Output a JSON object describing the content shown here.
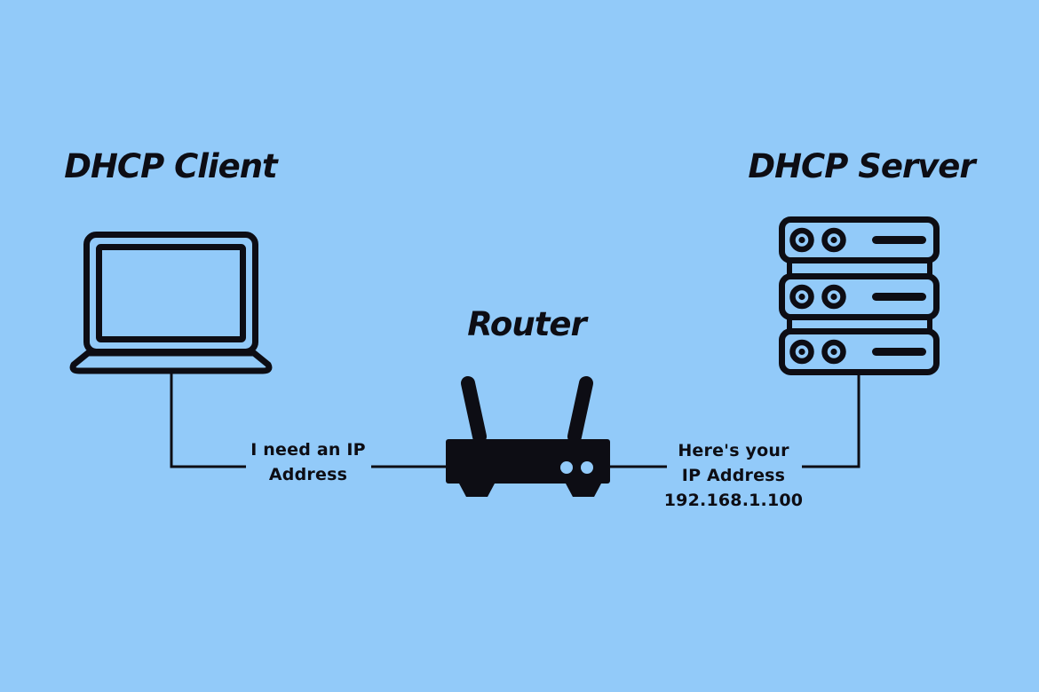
{
  "colors": {
    "background": "#92CAF9",
    "ink": "#0D0D14"
  },
  "nodes": {
    "client": {
      "label": "DHCP Client",
      "icon": "laptop-icon"
    },
    "router": {
      "label": "Router",
      "icon": "router-icon"
    },
    "server": {
      "label": "DHCP Server",
      "icon": "server-icon"
    }
  },
  "messages": {
    "request": {
      "lines": [
        "I need an IP",
        "Address"
      ]
    },
    "reply": {
      "lines": [
        "Here's your",
        "IP Address",
        "192.168.1.100"
      ]
    }
  }
}
